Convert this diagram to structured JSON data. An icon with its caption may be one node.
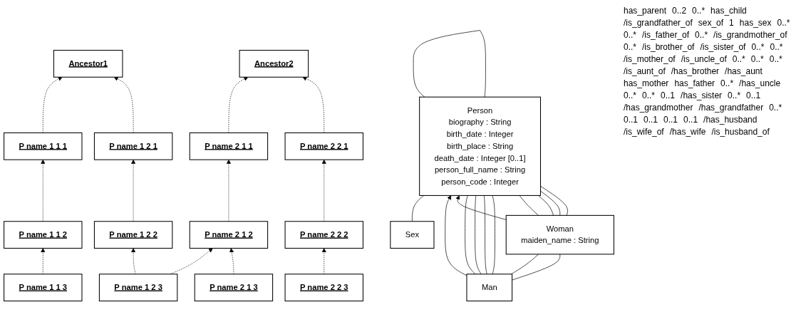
{
  "diagram": {
    "nodes": [
      {
        "text": [
          "Person",
          "biography : String",
          "birth_date : Integer",
          "birth_place : String",
          "death_date : Integer [0..1]",
          "person_full_name : String",
          "person_code : Integer"
        ]
      },
      {
        "text": [
          "Sex"
        ]
      },
      {
        "text": [
          "Man"
        ]
      },
      {
        "text": [
          "Woman",
          "maiden_name : String"
        ]
      },
      {
        "text": [
          "Ancestor1"
        ]
      },
      {
        "text": [
          "Ancestor2"
        ]
      },
      {
        "text": [
          "P name 1 1 1"
        ]
      },
      {
        "text": [
          "P name 1 2 1"
        ]
      },
      {
        "text": [
          "P name 2 1 1"
        ]
      },
      {
        "text": [
          "P name 2 2 1"
        ]
      },
      {
        "text": [
          "P name 1 1 2"
        ]
      },
      {
        "text": [
          "P name 1 2 2"
        ]
      },
      {
        "text": [
          "P name 2 1 2"
        ]
      },
      {
        "text": [
          "P name 2 2 2"
        ]
      },
      {
        "text": [
          "P name 1 1 3"
        ]
      },
      {
        "text": [
          "P name 1 2 3"
        ]
      },
      {
        "text": [
          "P name 2 1 3"
        ]
      },
      {
        "text": [
          "P name 2 2 3"
        ]
      }
    ],
    "edges": [
      {
        "from": 0,
        "to": 0,
        "arrow": "none"
      },
      {
        "from": 1,
        "to": 0,
        "arrow": "none"
      },
      {
        "from": 2,
        "to": 0,
        "arrow": "to"
      },
      {
        "from": 3,
        "to": 0,
        "arrow": "to"
      },
      {
        "from": 2,
        "to": 0,
        "arrow": "none"
      },
      {
        "from": 2,
        "to": 0,
        "arrow": "none"
      },
      {
        "from": 2,
        "to": 0,
        "arrow": "none"
      },
      {
        "from": 2,
        "to": 0,
        "arrow": "none"
      },
      {
        "from": 3,
        "to": 0,
        "arrow": "none"
      },
      {
        "from": 3,
        "to": 0,
        "arrow": "none"
      },
      {
        "from": 3,
        "to": 0,
        "arrow": "none"
      },
      {
        "from": 3,
        "to": 0,
        "arrow": "none"
      },
      {
        "from": 2,
        "to": 3,
        "arrow": "none"
      },
      {
        "from": 2,
        "to": 3,
        "arrow": "none"
      },
      {
        "from": 6,
        "to": 4,
        "arrow": "to",
        "style": "dashed"
      },
      {
        "from": 7,
        "to": 4,
        "arrow": "to",
        "style": "dashed"
      },
      {
        "from": 8,
        "to": 5,
        "arrow": "to",
        "style": "dashed"
      },
      {
        "from": 9,
        "to": 5,
        "arrow": "to",
        "style": "dashed"
      },
      {
        "from": 10,
        "to": 6,
        "arrow": "to",
        "style": "dashed"
      },
      {
        "from": 11,
        "to": 7,
        "arrow": "to",
        "style": "dashed"
      },
      {
        "from": 12,
        "to": 8,
        "arrow": "to",
        "style": "dashed"
      },
      {
        "from": 13,
        "to": 9,
        "arrow": "to",
        "style": "dashed"
      },
      {
        "from": 14,
        "to": 10,
        "arrow": "to",
        "style": "dashed"
      },
      {
        "from": 15,
        "to": 11,
        "arrow": "to",
        "style": "dashed"
      },
      {
        "from": 15,
        "to": 12,
        "arrow": "to",
        "style": "dashed"
      },
      {
        "from": 16,
        "to": 12,
        "arrow": "to",
        "style": "dashed"
      },
      {
        "from": 17,
        "to": 13,
        "arrow": "to",
        "style": "dashed"
      }
    ],
    "labels": [
      "has_parent",
      "0..2",
      "0..*",
      "has_child",
      "/is_grandfather_of",
      "sex_of",
      "1",
      "has_sex",
      "0..*",
      "0..*",
      "/is_father_of",
      "0..*",
      "/is_grandmother_of",
      "0..*",
      "/is_brother_of",
      "/is_sister_of",
      "0..*",
      "0..*",
      "/is_mother_of",
      "/is_uncle_of",
      "0..*",
      "0..*",
      "0..*",
      "/is_aunt_of",
      "/has_brother",
      "/has_aunt",
      "has_mother",
      "has_father",
      "0..*",
      "/has_uncle",
      "0..*",
      "0..*",
      "0..1",
      "/has_sister",
      "0..*",
      "0..1",
      "/has_grandmother",
      "/has_grandfather",
      "0..*",
      "0..1",
      "0..1",
      "0..1",
      "0..1",
      "/has_husband",
      "/is_wife_of",
      "/has_wife",
      "/is_husband_of"
    ]
  }
}
